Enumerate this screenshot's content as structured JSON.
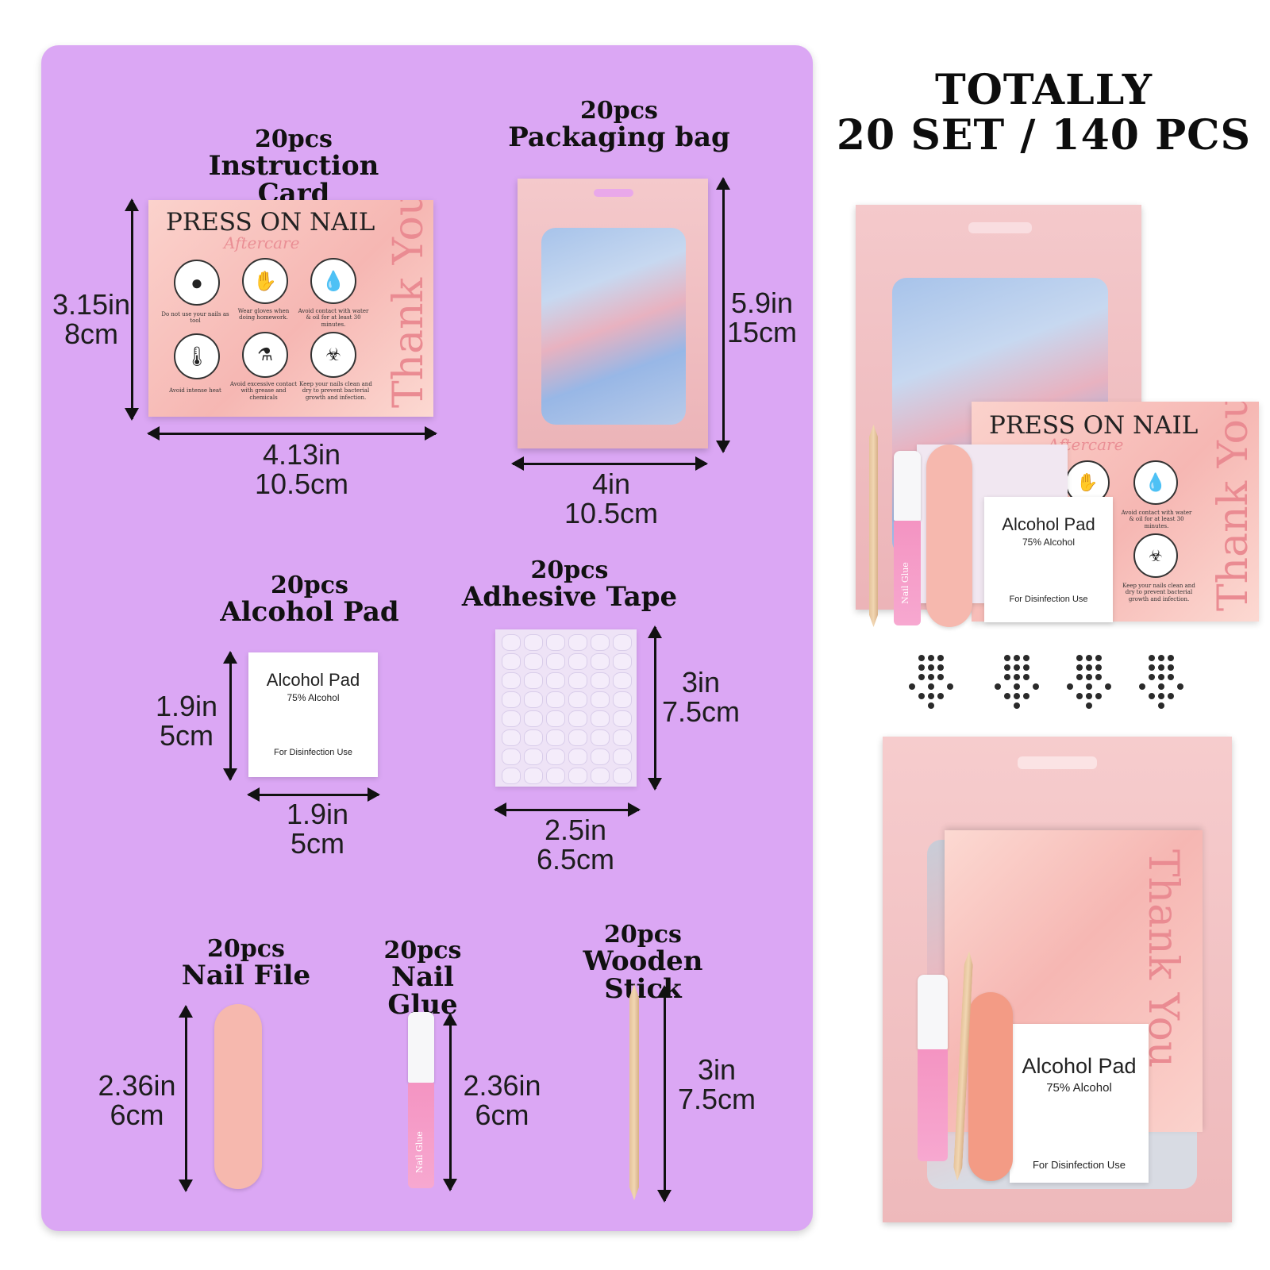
{
  "summary": {
    "line1": "TOTALLY",
    "line2": "20 SET / 140 PCS"
  },
  "items": {
    "instruction_card": {
      "count": "20pcs",
      "name": "Instruction Card",
      "height_in": "3.15in",
      "height_cm": "8cm",
      "width_in": "4.13in",
      "width_cm": "10.5cm"
    },
    "packaging_bag": {
      "count": "20pcs",
      "name": "Packaging bag",
      "height_in": "5.9in",
      "height_cm": "15cm",
      "width_in": "4in",
      "width_cm": "10.5cm"
    },
    "alcohol_pad": {
      "count": "20pcs",
      "name": "Alcohol Pad",
      "height_in": "1.9in",
      "height_cm": "5cm",
      "width_in": "1.9in",
      "width_cm": "5cm"
    },
    "adhesive_tape": {
      "count": "20pcs",
      "name": "Adhesive Tape",
      "height_in": "3in",
      "height_cm": "7.5cm",
      "width_in": "2.5in",
      "width_cm": "6.5cm"
    },
    "nail_file": {
      "count": "20pcs",
      "name": "Nail File",
      "height_in": "2.36in",
      "height_cm": "6cm"
    },
    "nail_glue": {
      "count": "20pcs",
      "name": "Nail Glue",
      "height_in": "2.36in",
      "height_cm": "6cm"
    },
    "wooden_stick": {
      "count": "20pcs",
      "name": "Wooden Stick",
      "height_in": "3in",
      "height_cm": "7.5cm"
    }
  },
  "card_print": {
    "heading": "PRESS ON NAIL",
    "subheading": "Aftercare",
    "thanks": "Thank You",
    "tips": [
      "Do not use your nails as tool",
      "Wear gloves when doing homework.",
      "Avoid contact with water & oil for at least 30 minutes.",
      "Avoid intense heat",
      "Avoid excessive contact with grease and chemicals",
      "Keep your nails clean and dry to prevent bacterial growth and infection."
    ]
  },
  "pad_print": {
    "title": "Alcohol Pad",
    "percent": "75% Alcohol",
    "use": "For Disinfection Use"
  },
  "glue_print": {
    "label": "Nail Glue"
  },
  "colors": {
    "panel": "#dba7f4",
    "card_pink": "#f6b7b3",
    "accent_pink": "#ea8b92"
  }
}
